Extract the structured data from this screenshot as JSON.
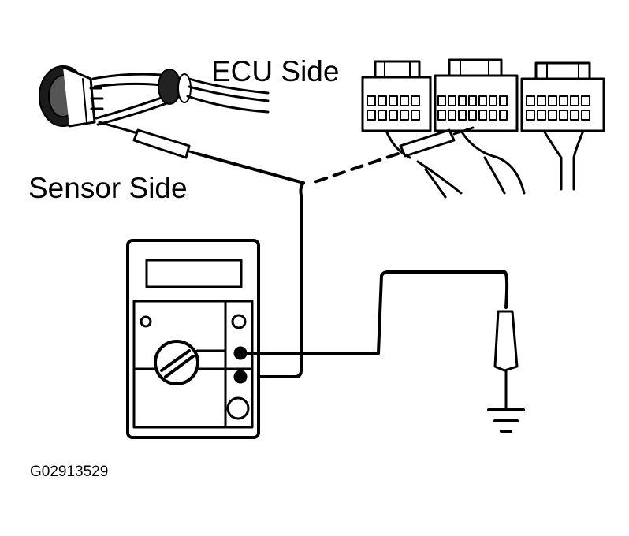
{
  "labels": {
    "ecu_side": "ECU Side",
    "sensor_side": "Sensor Side",
    "figure_code": "G02913529"
  }
}
